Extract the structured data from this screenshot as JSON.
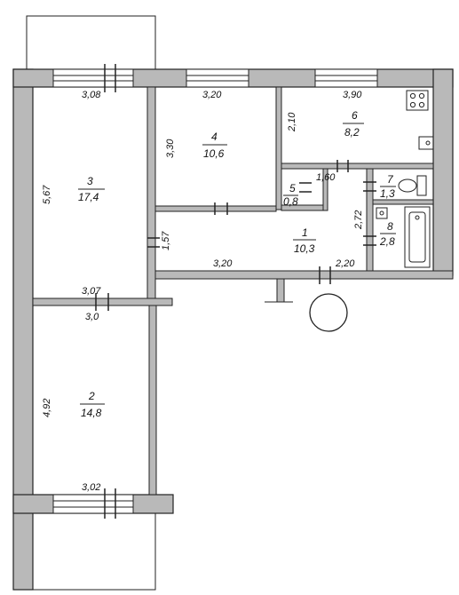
{
  "rooms": [
    {
      "id": "3",
      "area": "17,4",
      "dim_h": "3,08",
      "dim_v": "5,67"
    },
    {
      "id": "4",
      "area": "10,6",
      "dim_h": "3,20",
      "dim_v": "3,30"
    },
    {
      "id": "6",
      "area": "8,2",
      "dim_h": "3,90",
      "dim_v": "2,10"
    },
    {
      "id": "5",
      "area": "0,8",
      "dim_h": "1,60"
    },
    {
      "id": "7",
      "area": "1,3"
    },
    {
      "id": "8",
      "area": "2,8"
    },
    {
      "id": "1",
      "area": "10,3",
      "dim_h": "3,20",
      "dim_h2": "2,20",
      "dim_v": "2,72",
      "dim_v2": "1,57"
    },
    {
      "id": "2",
      "area": "14,8",
      "dim_h": "3,07",
      "dim_h2": "3,0",
      "dim_h3": "3,02",
      "dim_v": "4,92"
    }
  ]
}
